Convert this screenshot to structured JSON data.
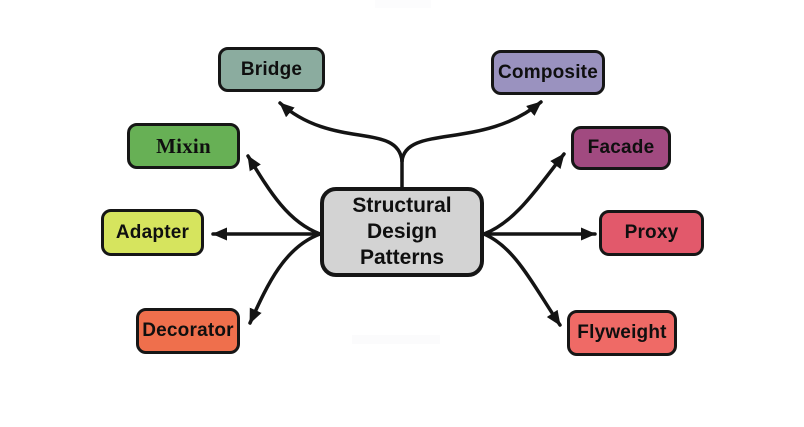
{
  "diagram": {
    "background": "#ffffff",
    "arrow_color": "#141414",
    "center": {
      "label": "Structural\nDesign\nPatterns",
      "fill": "#d3d3d3"
    },
    "nodes": [
      {
        "id": "bridge",
        "label": "Bridge",
        "fill": "#8bac9f"
      },
      {
        "id": "composite",
        "label": "Composite",
        "fill": "#9a92bf"
      },
      {
        "id": "mixin",
        "label": "Mixin",
        "fill": "#67b055"
      },
      {
        "id": "facade",
        "label": "Facade",
        "fill": "#a14a80"
      },
      {
        "id": "adapter",
        "label": "Adapter",
        "fill": "#d6e45e"
      },
      {
        "id": "proxy",
        "label": "Proxy",
        "fill": "#e2596b"
      },
      {
        "id": "decorator",
        "label": "Decorator",
        "fill": "#ef6f4c"
      },
      {
        "id": "flyweight",
        "label": "Flyweight",
        "fill": "#ef6a66"
      }
    ],
    "edges": [
      {
        "from": "center",
        "to": "Bridge"
      },
      {
        "from": "center",
        "to": "Composite"
      },
      {
        "from": "center",
        "to": "Mixin"
      },
      {
        "from": "center",
        "to": "Facade"
      },
      {
        "from": "center",
        "to": "Adapter"
      },
      {
        "from": "center",
        "to": "Proxy"
      },
      {
        "from": "center",
        "to": "Decorator"
      },
      {
        "from": "center",
        "to": "Flyweight"
      }
    ],
    "artifacts": {
      "top_bar_fill": "#fcfcfd",
      "bottom_bar_fill": "#fbfbfc"
    }
  }
}
